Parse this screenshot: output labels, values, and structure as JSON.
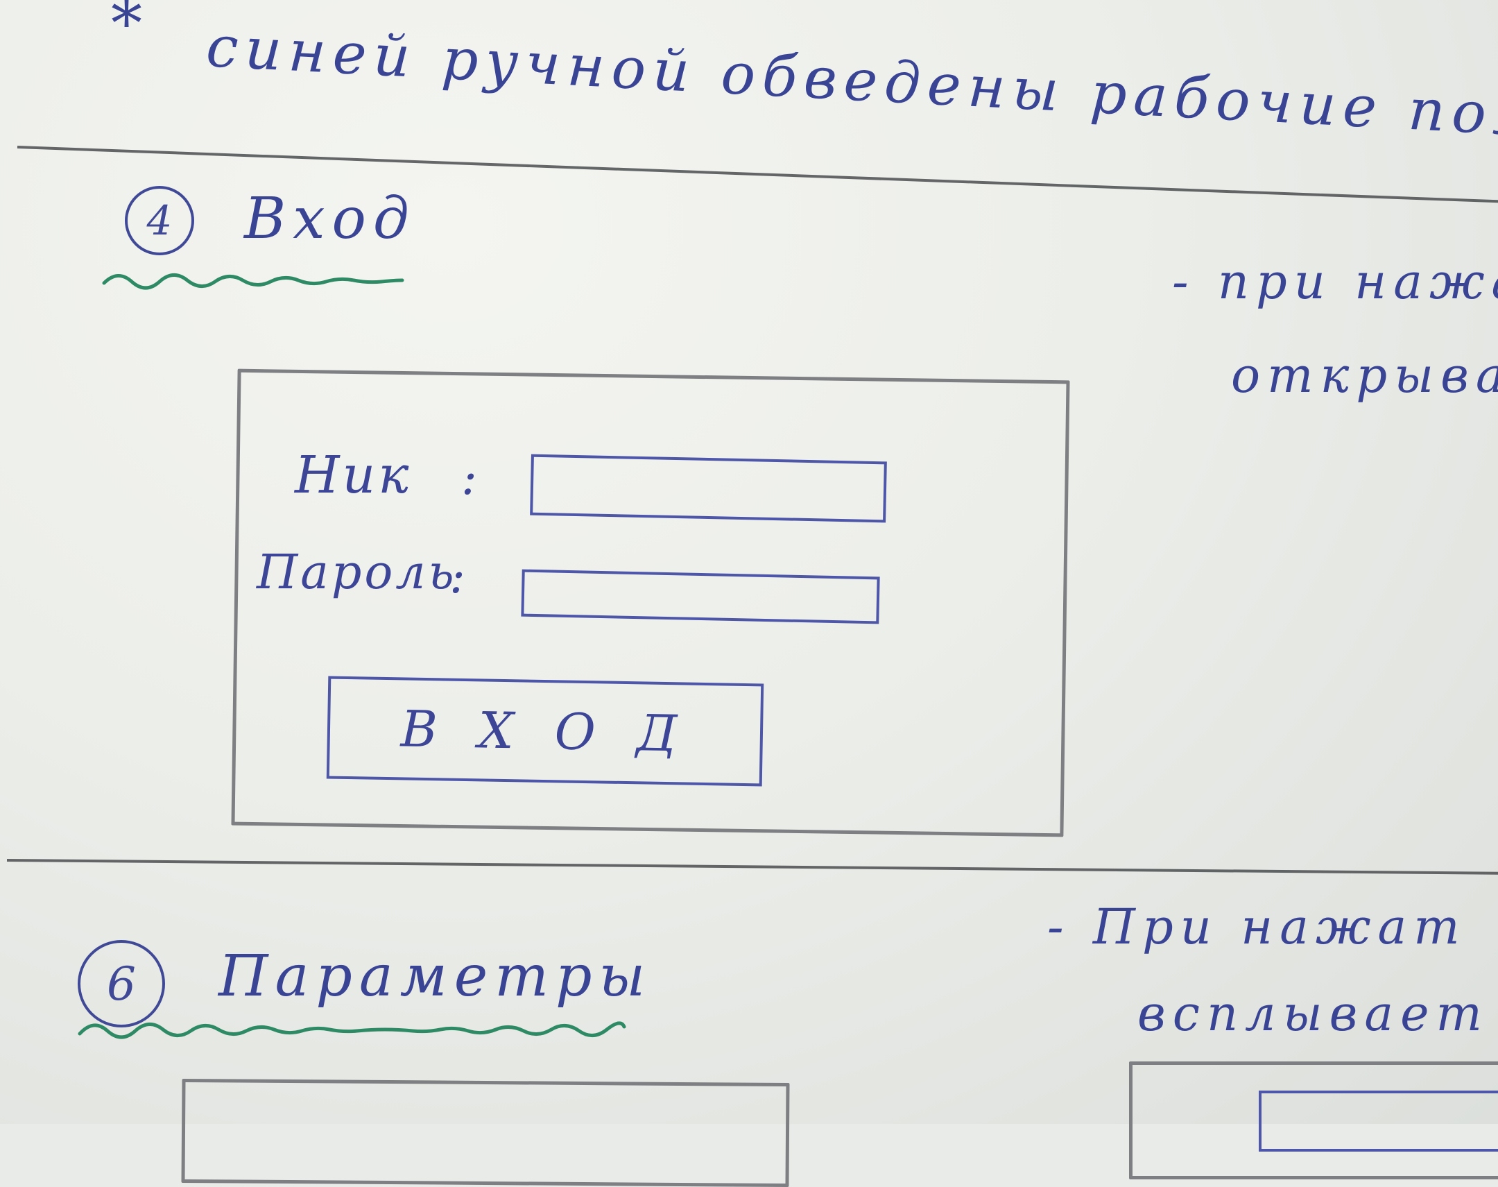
{
  "note_top": {
    "bullet": "*",
    "text": "синей ручной обведены рабочие поля и"
  },
  "section_4": {
    "number": "4",
    "title": "Вход",
    "side_note_1": "- при нажа",
    "side_note_2": "открывае",
    "form": {
      "nick_label": "Ник",
      "nick_colon": ":",
      "password_label": "Пароль",
      "password_colon": ":",
      "button_label": "В Х О Д"
    }
  },
  "section_6": {
    "number": "6",
    "title": "Параметры",
    "side_note_1": "- При нажат",
    "side_note_2": "всплывает"
  },
  "colors": {
    "ink_blue": "#3a4494",
    "ink_green": "#2e8a64",
    "pencil": "#7e7f82"
  }
}
